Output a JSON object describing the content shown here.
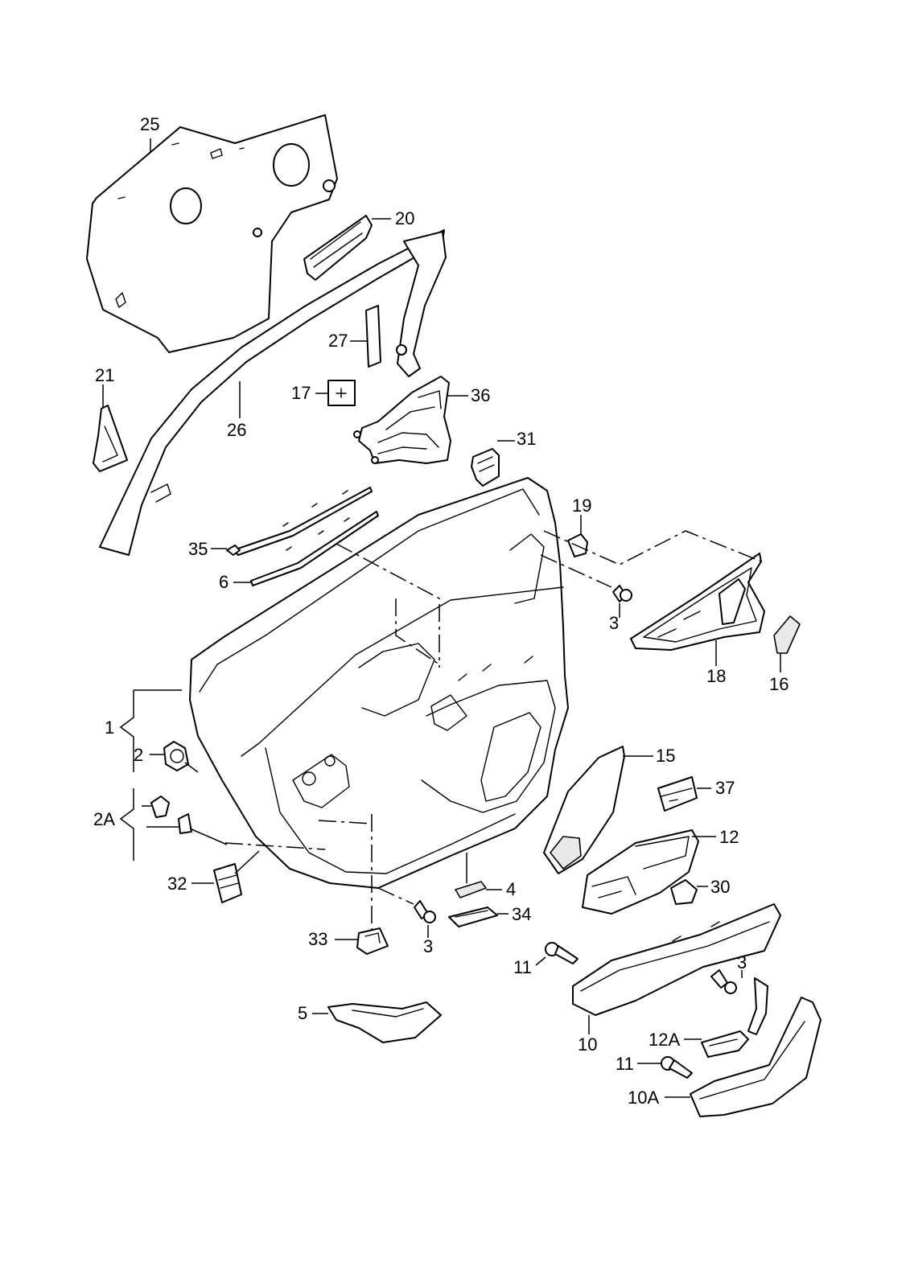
{
  "colors": {
    "line": "#000000",
    "background": "#ffffff",
    "shade": "#e9e9e9"
  },
  "labels": {
    "p1": "1",
    "p2": "2",
    "p2a": "2A",
    "p3a": "3",
    "p3b": "3",
    "p3c": "3",
    "p4": "4",
    "p5": "5",
    "p6": "6",
    "p10": "10",
    "p10a": "10A",
    "p11a": "11",
    "p11b": "11",
    "p12": "12",
    "p12a": "12A",
    "p15": "15",
    "p16": "16",
    "p17": "17",
    "p18": "18",
    "p19": "19",
    "p20": "20",
    "p21": "21",
    "p25": "25",
    "p26": "26",
    "p27": "27",
    "p30": "30",
    "p31": "31",
    "p32": "32",
    "p33": "33",
    "p34": "34",
    "p35": "35",
    "p36": "36",
    "p37": "37"
  }
}
